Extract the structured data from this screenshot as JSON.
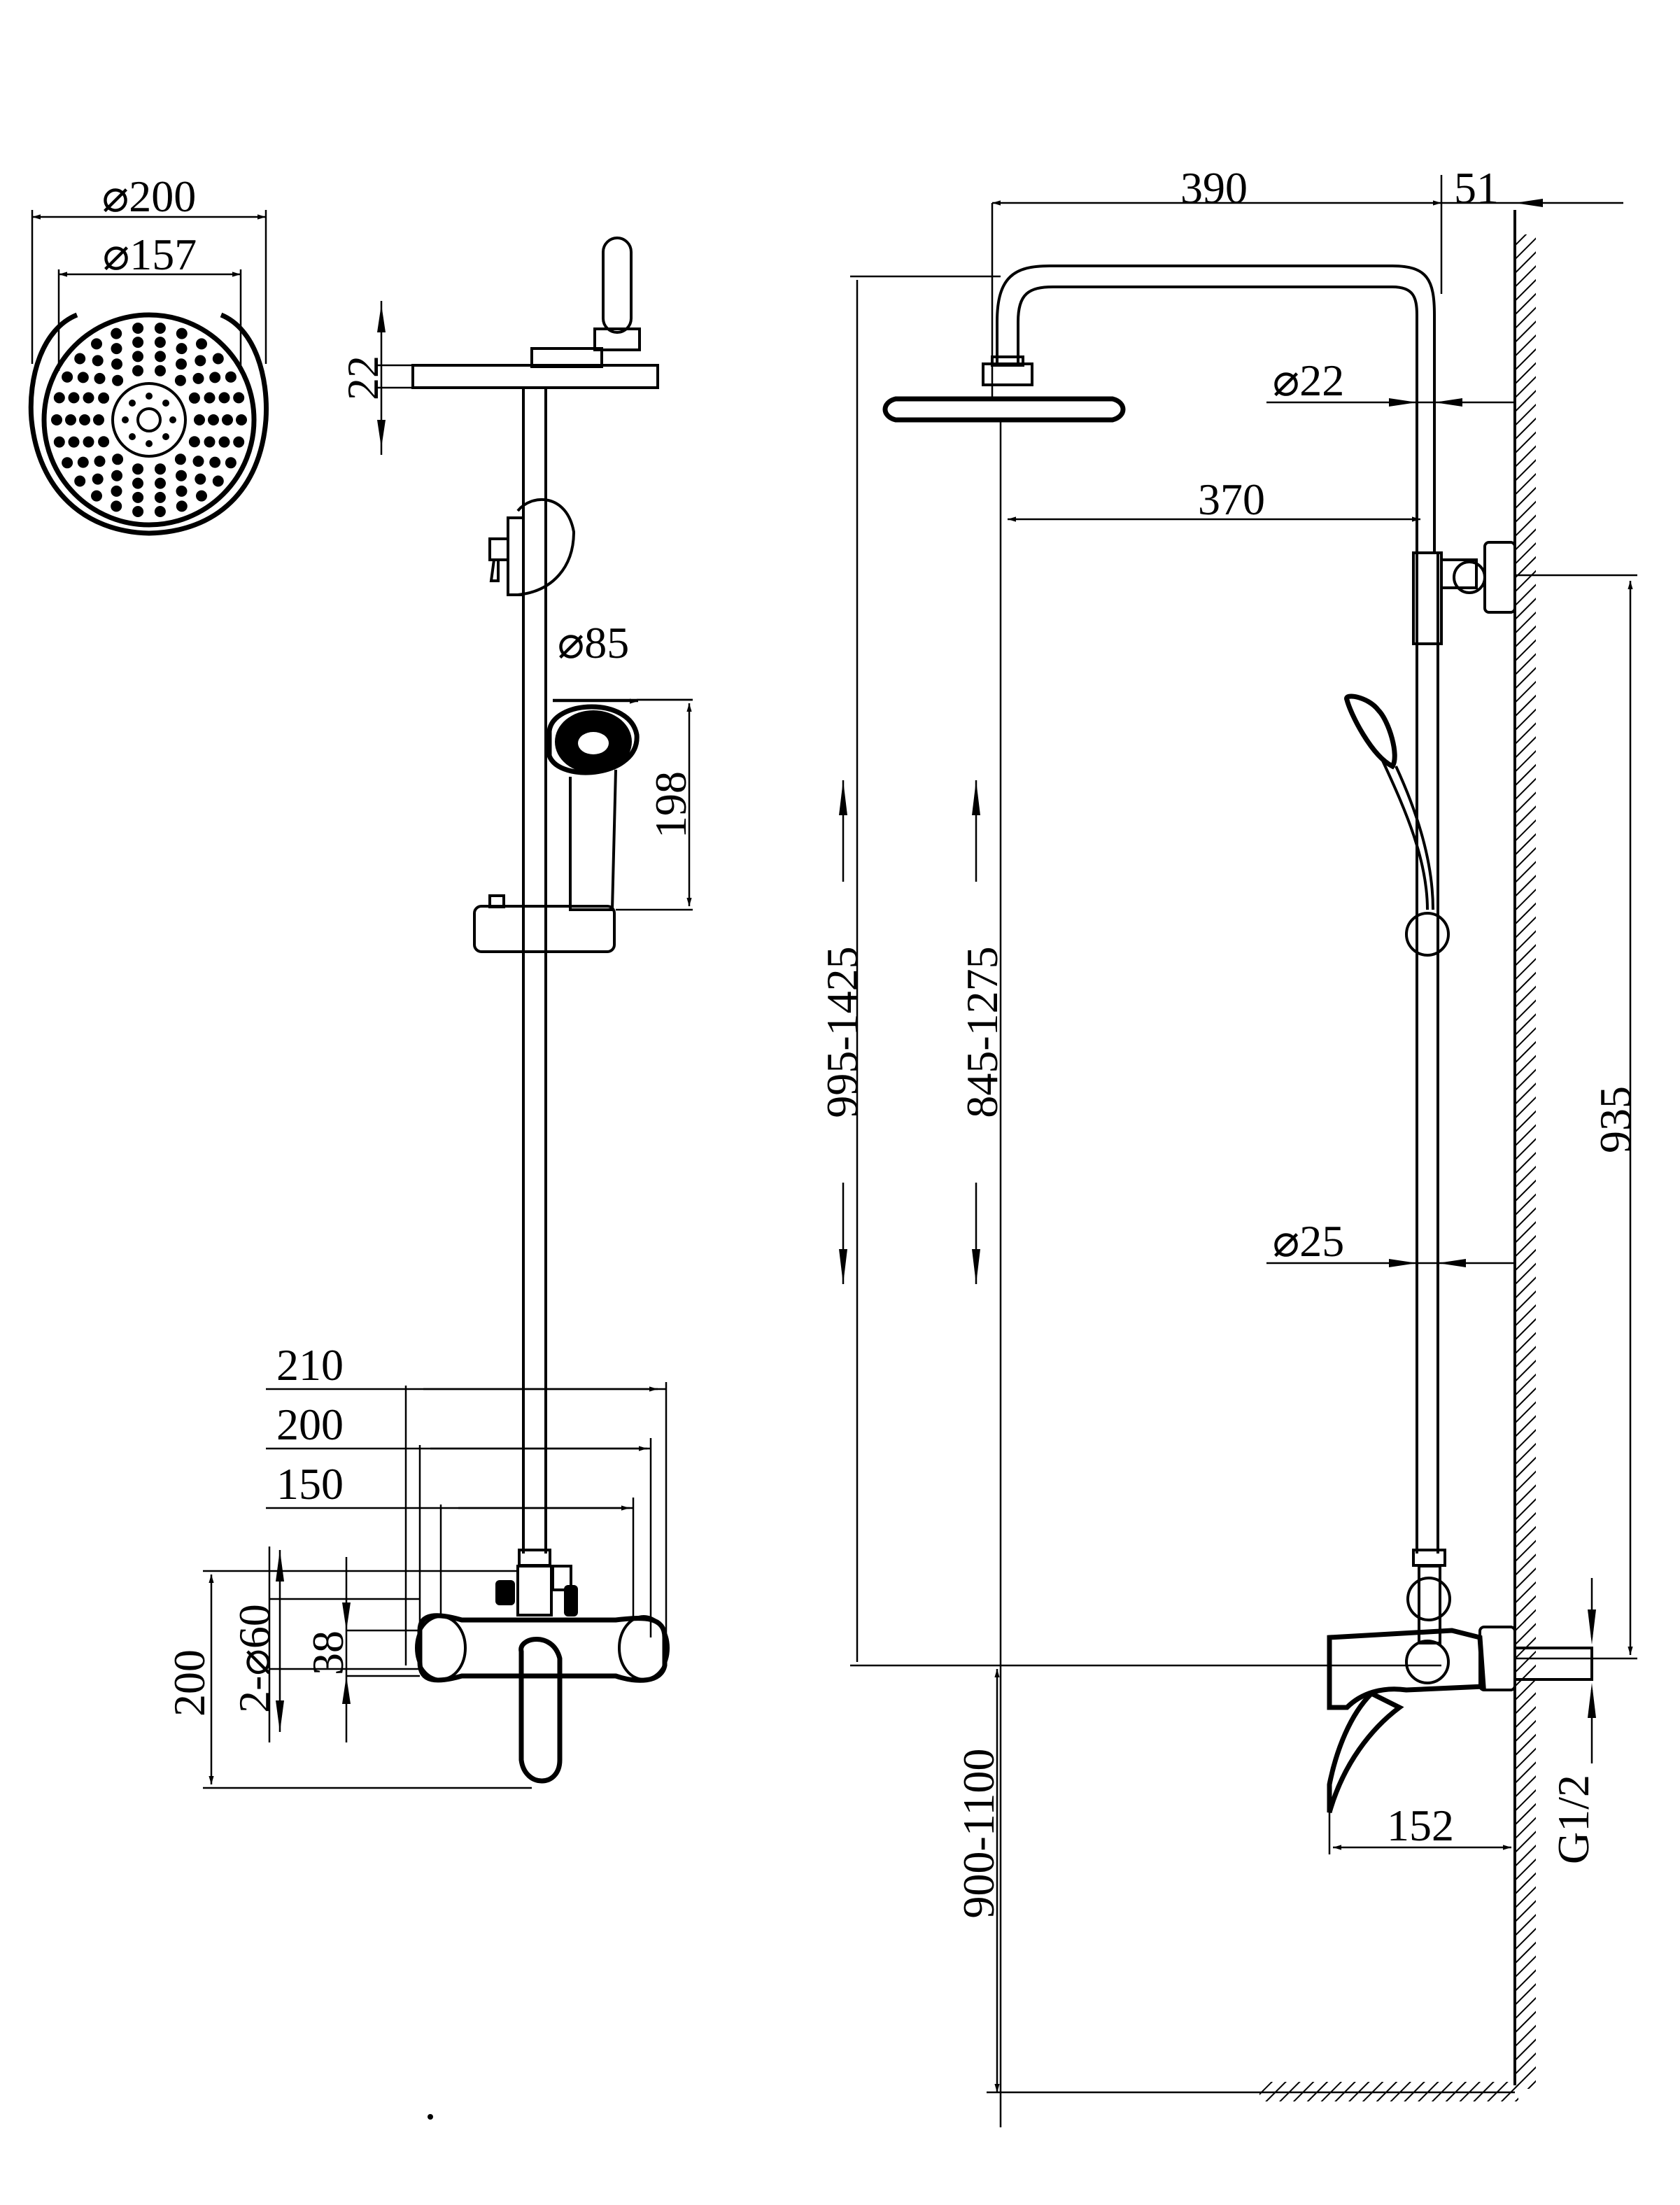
{
  "dimensions": {
    "head_outer_dia": "⌀200",
    "head_inner_dia": "⌀157",
    "head_thickness": "22",
    "hand_shower_dia": "⌀85",
    "hand_shower_length": "198",
    "mixer_width_210": "210",
    "mixer_width_200": "200",
    "mixer_width_150": "150",
    "mixer_height_200": "200",
    "inlet_spacing": "2-⌀60",
    "mixer_38": "38",
    "arm_length_390": "390",
    "wall_offset_51": "51",
    "pipe_dia_22": "⌀22",
    "arm_370": "370",
    "total_height": "995-1425",
    "riser_height": "845-1275",
    "bracket_height": "935",
    "pipe_dia_25": "⌀25",
    "mixer_floor_height": "900-1100",
    "mixer_depth": "152",
    "thread": "G1/2"
  },
  "colors": {
    "line": "#000000",
    "background": "#ffffff"
  }
}
